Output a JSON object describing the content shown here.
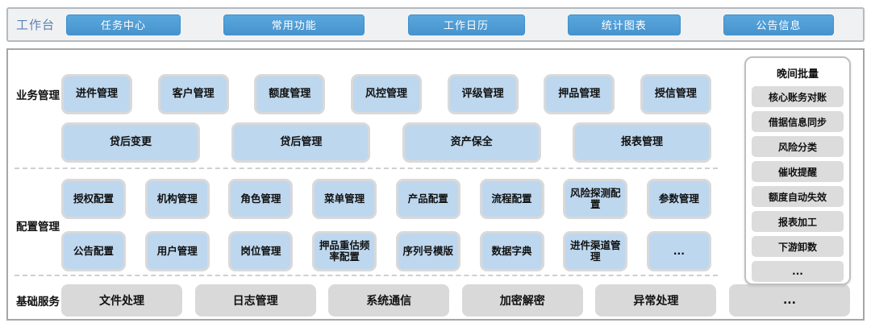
{
  "topbar": {
    "label": "工作台",
    "buttons": [
      "任务中心",
      "常用功能",
      "工作日历",
      "统计图表",
      "公告信息"
    ]
  },
  "sections": {
    "business": {
      "label": "业务管理",
      "row1": [
        "进件管理",
        "客户管理",
        "额度管理",
        "风控管理",
        "评级管理",
        "押品管理",
        "授信管理"
      ],
      "row2": [
        "贷后变更",
        "贷后管理",
        "资产保全",
        "报表管理"
      ]
    },
    "config": {
      "label": "配置管理",
      "row1": [
        "授权配置",
        "机构管理",
        "角色管理",
        "菜单管理",
        "产品配置",
        "流程配置",
        "风险探测配置",
        "参数管理"
      ],
      "row2": [
        "公告配置",
        "用户管理",
        "岗位管理",
        "押品重估频率配置",
        "序列号模版",
        "数据字典",
        "进件渠道管理",
        "..."
      ]
    },
    "base": {
      "label": "基础服务",
      "items": [
        "文件处理",
        "日志管理",
        "系统通信",
        "加密解密",
        "异常处理",
        "..."
      ]
    }
  },
  "night_batch": {
    "title": "晚间批量",
    "items": [
      "核心账务对账",
      "借据信息同步",
      "风险分类",
      "催收提醒",
      "额度自动失效",
      "报表加工",
      "下游卸数",
      "..."
    ]
  },
  "colors": {
    "accent_blue": "#4D9BD5",
    "card_blue": "#BDD7EE",
    "card_border_gray": "#D9D9D9",
    "gray_card": "#D9D9D9",
    "panel_border": "#BFBFBF",
    "topbar_bg": "#F0F1F3",
    "topbar_label_blue": "#5B82B3"
  }
}
